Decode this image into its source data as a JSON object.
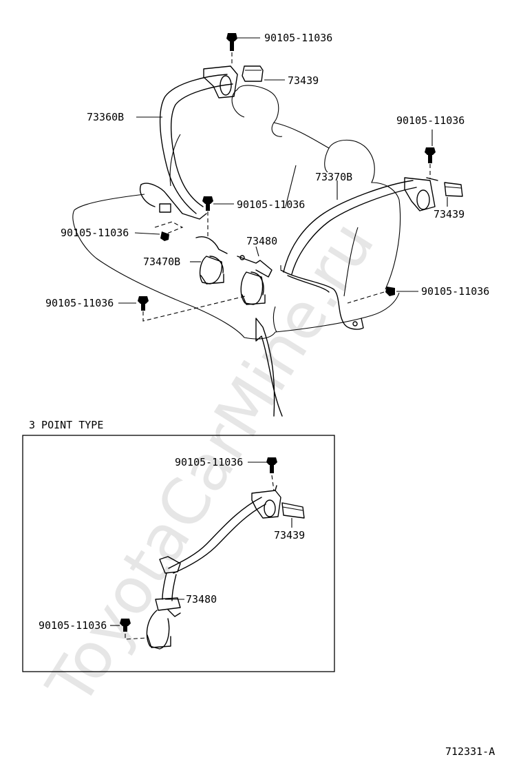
{
  "watermark": "ToyotaCarMine.ru",
  "diagram_id": "712331-A",
  "inset": {
    "title": "3 POINT TYPE"
  },
  "labels": {
    "bolt_top": "90105-11036",
    "pad_top": "73439",
    "belt_left": "73360B",
    "bolt_right_top": "90105-11036",
    "bolt_center": "90105-11036",
    "belt_right": "73370B",
    "pad_right": "73439",
    "bolt_left_mid": "90105-11036",
    "buckle_center": "73480",
    "buckle_left": "73470B",
    "bolt_right_low": "90105-11036",
    "bolt_left_low": "90105-11036",
    "inset_bolt_top": "90105-11036",
    "inset_pad": "73439",
    "inset_buckle": "73480",
    "inset_bolt_low": "90105-11036"
  }
}
